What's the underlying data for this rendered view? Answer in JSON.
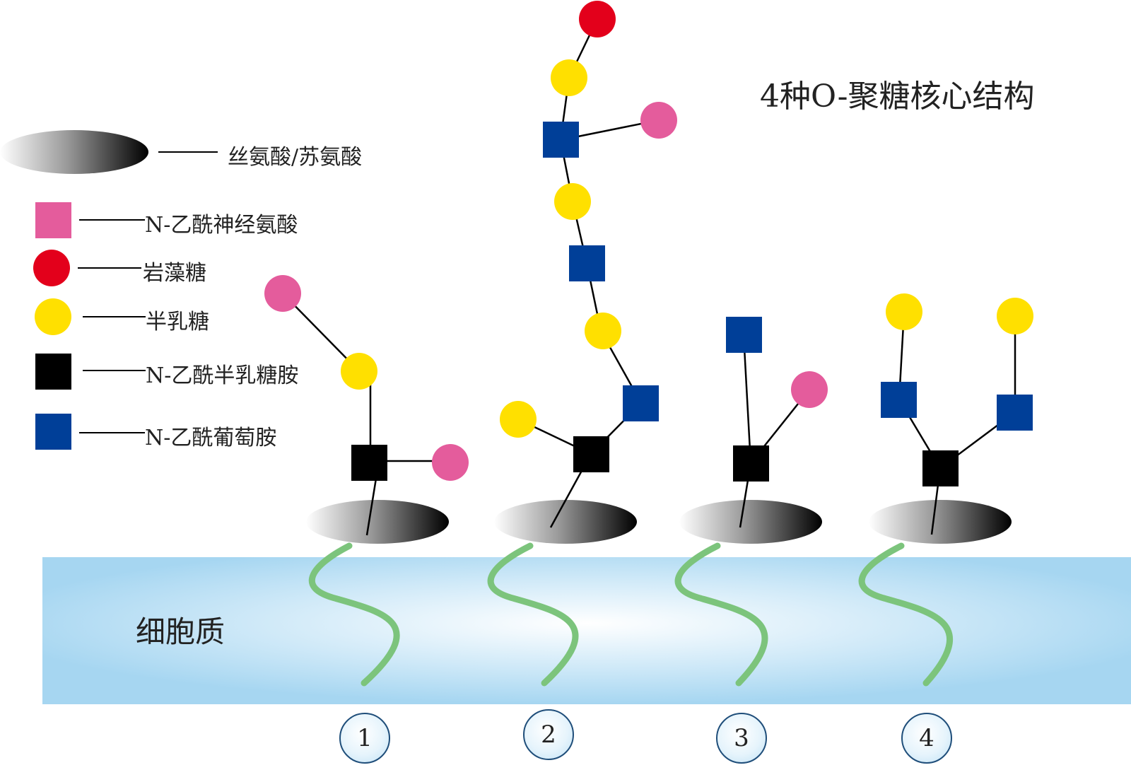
{
  "title": "4种O-聚糖核心结构",
  "legend": [
    {
      "shape": "ellipse-gradient",
      "color": "#000000",
      "label": "丝氨酸/苏氨酸"
    },
    {
      "shape": "square",
      "color": "#e45c9c",
      "label": "N-乙酰神经氨酸"
    },
    {
      "shape": "circle",
      "color": "#e3001b",
      "label": "岩藻糖"
    },
    {
      "shape": "circle",
      "color": "#ffe000",
      "label": "半乳糖"
    },
    {
      "shape": "square",
      "color": "#000000",
      "label": "N-乙酰半乳糖胺"
    },
    {
      "shape": "square",
      "color": "#003f98",
      "label": "N-乙酰葡萄胺"
    }
  ],
  "cytoplasm_label": "细胞质",
  "structures": [
    {
      "number": "1"
    },
    {
      "number": "2"
    },
    {
      "number": "3"
    },
    {
      "number": "4"
    }
  ],
  "colors": {
    "pink": "#e45c9c",
    "red": "#e3001b",
    "yellow": "#ffe000",
    "black": "#000000",
    "blue": "#003f98",
    "membrane": "#a9d8f2",
    "anchor": "#7cc47c"
  }
}
